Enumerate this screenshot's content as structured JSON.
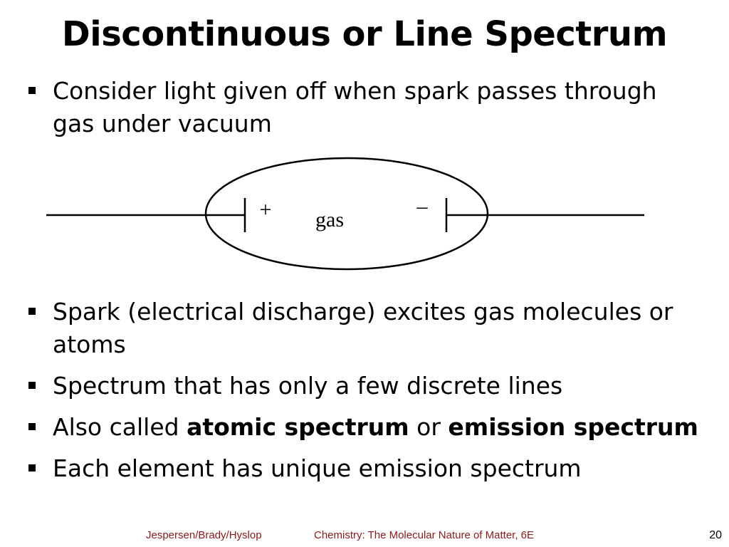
{
  "slide": {
    "title": "Discontinuous or Line Spectrum",
    "bullets_top": [
      {
        "text": "Consider light given off when spark passes through gas under vacuum"
      }
    ],
    "diagram": {
      "plus": "+",
      "minus": "–",
      "gas": "gas"
    },
    "bullets_bottom": [
      {
        "text": "Spark (electrical discharge) excites gas molecules or atoms"
      },
      {
        "text": "Spectrum that has only a few discrete lines"
      },
      {
        "prefix": "Also called ",
        "bold1": "atomic spectrum",
        "middle": " or ",
        "bold2": "emission spectrum"
      },
      {
        "text": "Each element has unique emission spectrum"
      }
    ],
    "footer": {
      "authors": "Jespersen/Brady/Hyslop",
      "book": "Chemistry: The Molecular Nature of Matter, 6E",
      "page": "20"
    },
    "colors": {
      "footer_text": "#8b1a1a"
    }
  }
}
